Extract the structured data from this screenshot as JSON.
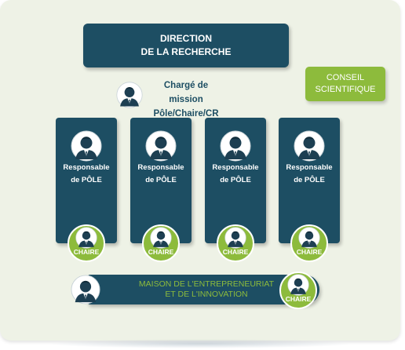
{
  "direction": {
    "line1": "DIRECTION",
    "line2": "DE LA RECHERCHE"
  },
  "conseil": {
    "line1": "CONSEIL",
    "line2": "SCIENTIFIQUE"
  },
  "charge": {
    "line1": "Chargé de mission",
    "line2": "Pôle/Chaire/CR"
  },
  "poles": [
    {
      "line1": "Responsable",
      "line2": "de PÔLE",
      "chaire": "CHAIRE"
    },
    {
      "line1": "Responsable",
      "line2": "de PÔLE",
      "chaire": "CHAIRE"
    },
    {
      "line1": "Responsable",
      "line2": "de PÔLE",
      "chaire": "CHAIRE"
    },
    {
      "line1": "Responsable",
      "line2": "de PÔLE",
      "chaire": "CHAIRE"
    }
  ],
  "maison": {
    "line1": "MAISON DE L'ENTREPRENEURIAT",
    "line2": "ET DE L'INNOVATION",
    "chaire": "CHAIRE"
  },
  "colors": {
    "dark_teal": "#1d4e63",
    "green": "#8dbb3c",
    "background": "#eef2e6"
  },
  "icons": {
    "person": "person-avatar-icon",
    "chaire_badge": "chaire-badge-icon"
  }
}
